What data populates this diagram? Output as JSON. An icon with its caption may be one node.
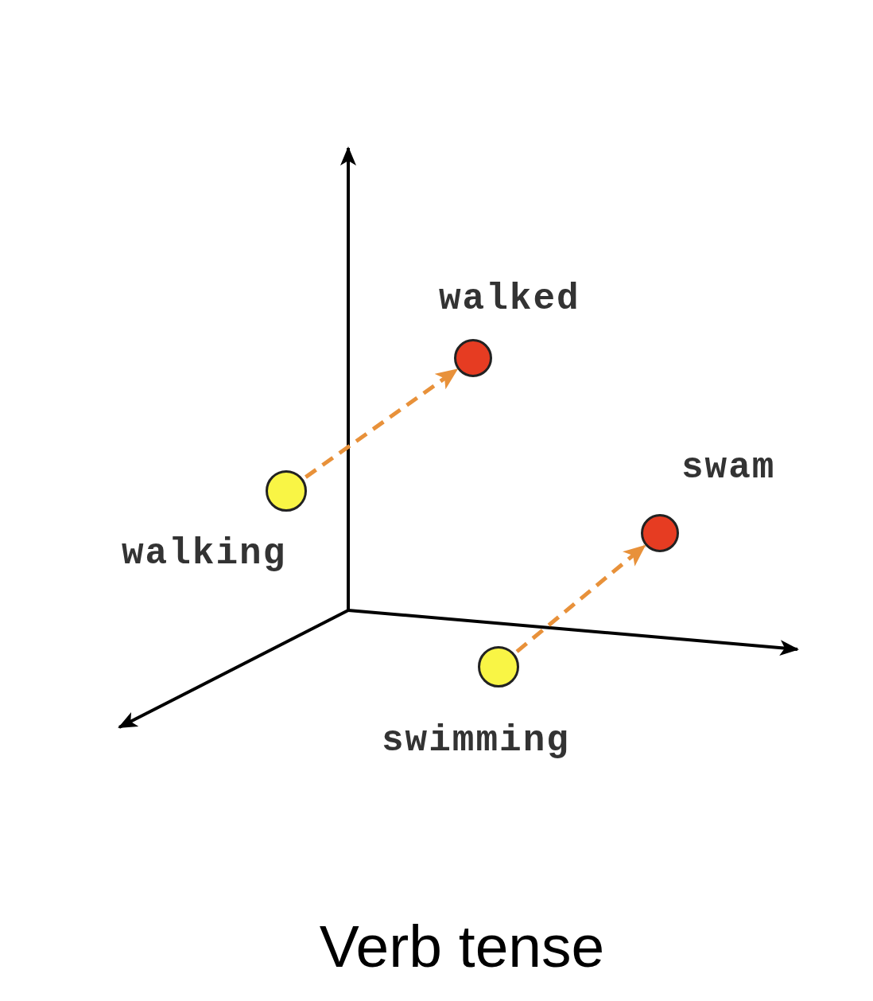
{
  "diagram": {
    "caption": "Verb tense",
    "nodes": [
      {
        "text": [],
        "shape": "circle",
        "beside": [
          "walked"
        ]
      },
      {
        "text": [],
        "shape": "circle",
        "beside": [
          "walking"
        ]
      },
      {
        "text": [],
        "shape": "circle",
        "beside": [
          "swam"
        ]
      },
      {
        "text": [],
        "shape": "circle",
        "beside": [
          "swimming"
        ]
      }
    ],
    "edges": [
      {
        "from": 1,
        "to": 0,
        "arrow": "to",
        "style": "dashed",
        "color": "#e8913a"
      },
      {
        "from": 3,
        "to": 2,
        "arrow": "to",
        "style": "dashed",
        "color": "#e8913a"
      }
    ]
  }
}
